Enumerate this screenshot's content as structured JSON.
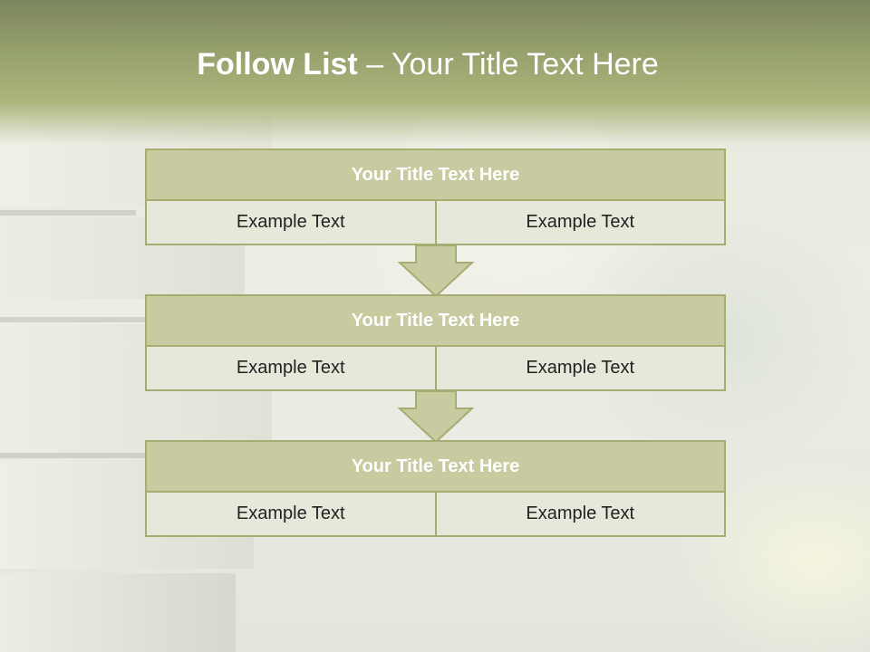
{
  "slide": {
    "title_bold": "Follow List",
    "title_rest": " – Your Title Text Here"
  },
  "blocks": [
    {
      "title": "Your Title Text Here",
      "left": "Example Text",
      "right": "Example Text"
    },
    {
      "title": "Your Title Text Here",
      "left": "Example Text",
      "right": "Example Text"
    },
    {
      "title": "Your Title Text Here",
      "left": "Example Text",
      "right": "Example Text"
    }
  ],
  "colors": {
    "header": "#95a06c",
    "block_title_fill": "#c8cb9f",
    "cell_fill": "#e6e8da",
    "border": "#a7ac73",
    "arrow_fill": "#c8cb9f"
  }
}
